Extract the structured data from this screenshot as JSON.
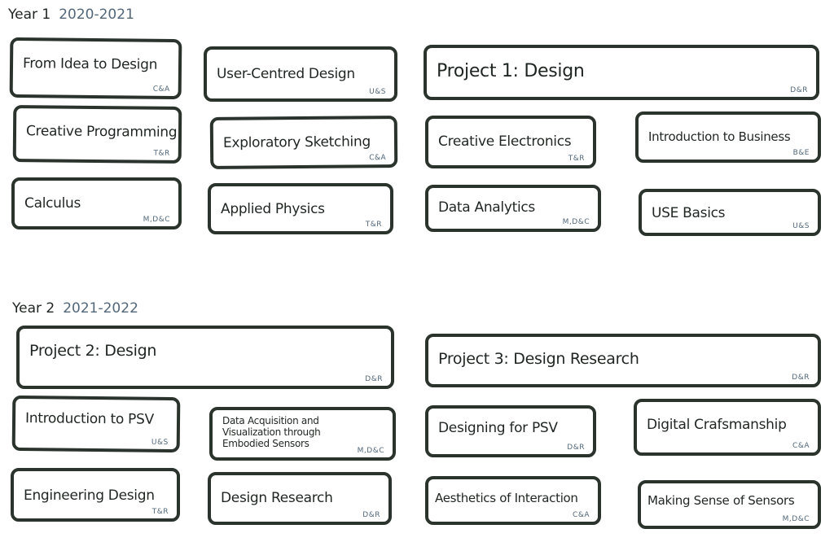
{
  "years": [
    {
      "label": "Year 1",
      "range": "2020-2021",
      "courses": [
        {
          "title": "From Idea to Design",
          "code": "C&A"
        },
        {
          "title": "User-Centred Design",
          "code": "U&S"
        },
        {
          "title": "Project 1: Design",
          "code": "D&R"
        },
        {
          "title": "Creative Programming",
          "code": "T&R"
        },
        {
          "title": "Exploratory Sketching",
          "code": "C&A"
        },
        {
          "title": "Creative Electronics",
          "code": "T&R"
        },
        {
          "title": "Introduction to Business",
          "code": "B&E"
        },
        {
          "title": "Calculus",
          "code": "M,D&C"
        },
        {
          "title": "Applied Physics",
          "code": "T&R"
        },
        {
          "title": "Data Analytics",
          "code": "M,D&C"
        },
        {
          "title": "USE Basics",
          "code": "U&S"
        }
      ]
    },
    {
      "label": "Year 2",
      "range": "2021-2022",
      "courses": [
        {
          "title": "Project 2: Design",
          "code": "D&R"
        },
        {
          "title": "Project 3: Design Research",
          "code": "D&R"
        },
        {
          "title": "Introduction to PSV",
          "code": "U&S"
        },
        {
          "title": "Data Acquisition and Visualization through Embodied Sensors",
          "code": "M,D&C"
        },
        {
          "title": "Designing for PSV",
          "code": "D&R"
        },
        {
          "title": "Digital Crafsmanship",
          "code": "C&A"
        },
        {
          "title": "Engineering Design",
          "code": "T&R"
        },
        {
          "title": "Design Research",
          "code": "D&R"
        },
        {
          "title": "Aesthetics of Interaction",
          "code": "C&A"
        },
        {
          "title": "Making Sense of Sensors",
          "code": "M,D&C"
        }
      ]
    }
  ]
}
